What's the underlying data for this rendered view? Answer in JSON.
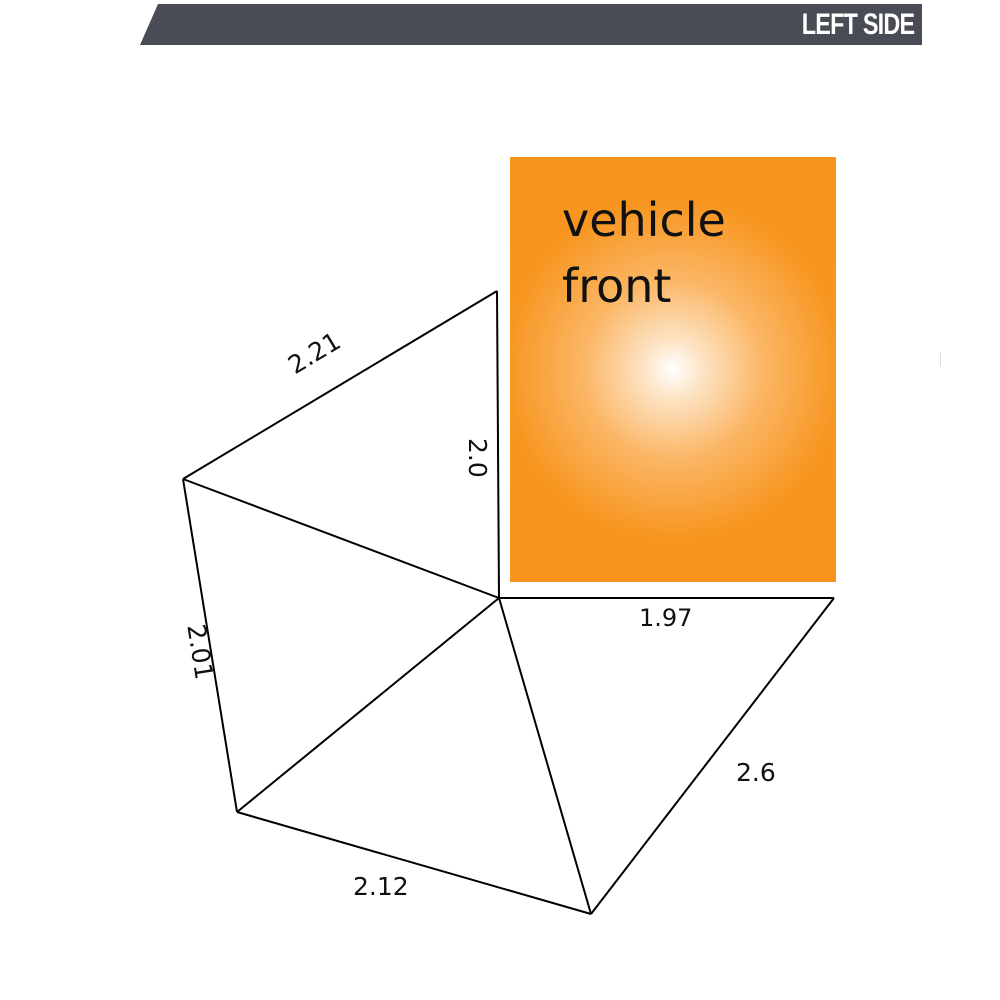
{
  "banner": {
    "label": "LEFT SIDE",
    "color": "#494c54",
    "text_color": "#ffffff"
  },
  "vehicle": {
    "line1": "vehicle",
    "line2": "front",
    "color": "#f7941d"
  },
  "dimensions": {
    "top_slant": "2.21",
    "vertical": "2.0",
    "left_side": "2.01",
    "bottom_left": "2.12",
    "right_diagonal": "2.6",
    "top_right": "1.97"
  },
  "line_color": "#000000"
}
